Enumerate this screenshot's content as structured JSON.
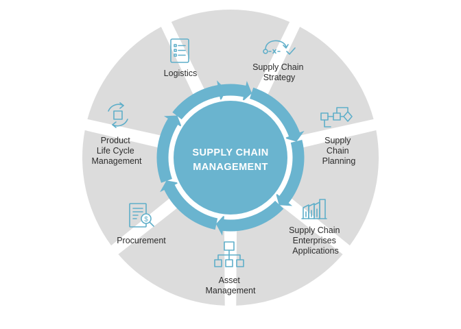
{
  "hub": {
    "line1": "SUPPLY CHAIN",
    "line2": "MANAGEMENT"
  },
  "segments": [
    {
      "id": "logistics",
      "lines": [
        "Logistics"
      ],
      "icon": "clipboard-list-icon"
    },
    {
      "id": "strategy",
      "lines": [
        "Supply Chain",
        "Strategy"
      ],
      "icon": "route-check-icon"
    },
    {
      "id": "planning",
      "lines": [
        "Supply",
        "Chain",
        "Planning"
      ],
      "icon": "flowchart-icon"
    },
    {
      "id": "enterprise-apps",
      "lines": [
        "Supply Chain",
        "Enterprises",
        "Applications"
      ],
      "icon": "factory-icon"
    },
    {
      "id": "asset-management",
      "lines": [
        "Asset",
        "Management"
      ],
      "icon": "hierarchy-icon"
    },
    {
      "id": "procurement",
      "lines": [
        "Procurement"
      ],
      "icon": "invoice-search-icon"
    },
    {
      "id": "plm",
      "lines": [
        "Product",
        "Life Cycle",
        "Management"
      ],
      "icon": "cycle-icon"
    }
  ],
  "colors": {
    "segment": "#dcdcdc",
    "hub": "#6ab4cf",
    "arrow": "#6ab4cf",
    "icon": "#5eaec9",
    "text": "#2b2b2b"
  }
}
